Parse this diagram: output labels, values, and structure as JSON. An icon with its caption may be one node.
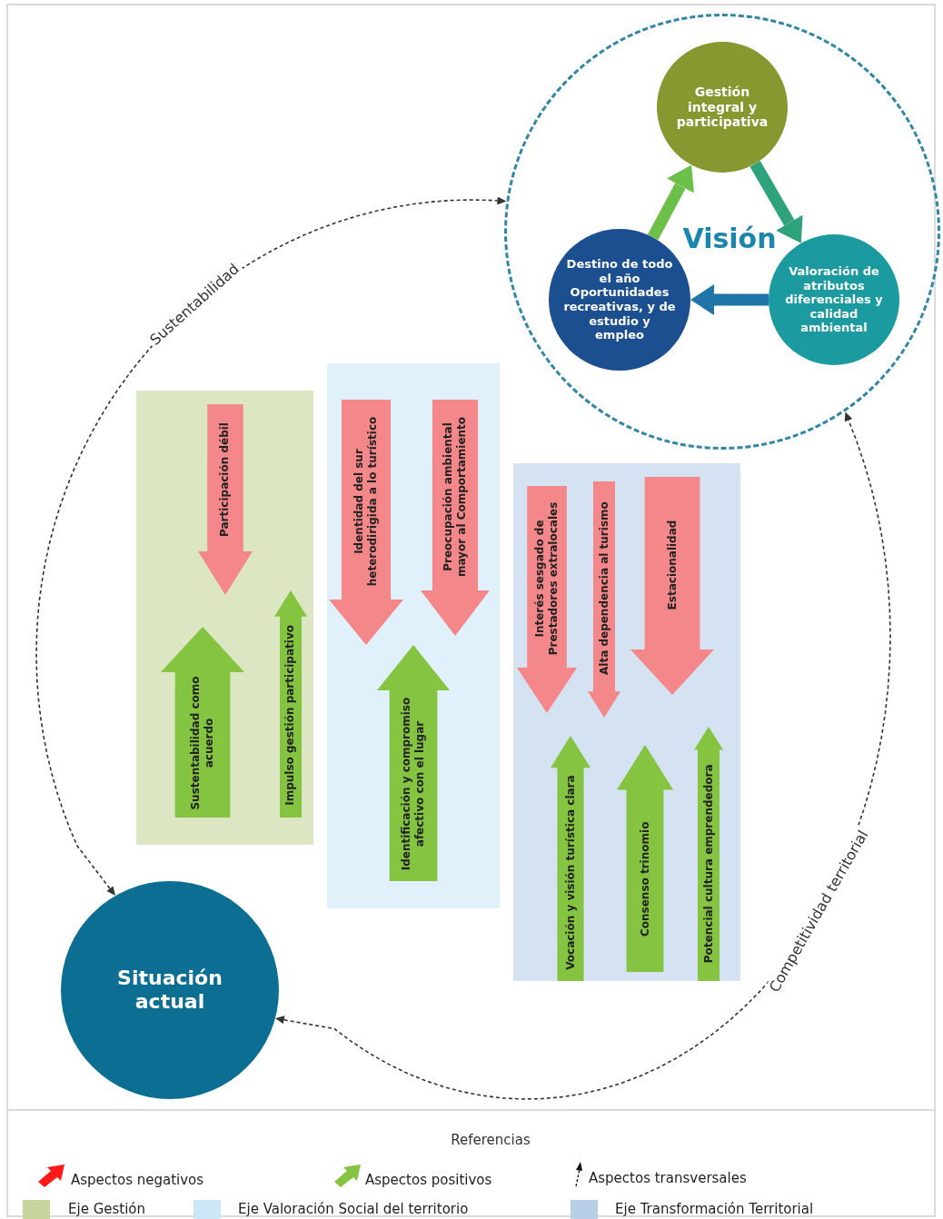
{
  "diagram": {
    "nodes": [
      {
        "text": [
          "Visión"
        ]
      },
      {
        "text": [
          "Gestión integral y participativa"
        ],
        "in": 0
      },
      {
        "text": [
          "Valoración de atributos diferenciales y calidad ambiental"
        ],
        "in": 0
      },
      {
        "text": [
          "Destino de todo el año Oportunidades recreativas, y de estudio y empleo"
        ],
        "in": 0
      },
      {
        "text": [],
        "shape": "band"
      },
      {
        "text": [
          "Sustentabilidad como acuerdo"
        ],
        "in": 4
      },
      {
        "text": [
          "Participación débil"
        ],
        "in": 4
      },
      {
        "text": [
          "Impulso gestión participativo"
        ],
        "in": 4
      },
      {
        "text": [],
        "shape": "band"
      },
      {
        "text": [
          "Identidad del sur heterodirigida a lo turístico"
        ],
        "in": 8
      },
      {
        "text": [
          "Preocupación ambiental mayor al Comportamiento"
        ],
        "in": 8
      },
      {
        "text": [
          "Identificación y compromiso afectivo con el lugar"
        ],
        "in": 8
      },
      {
        "text": [],
        "shape": "band"
      },
      {
        "text": [
          "Interés sesgado de Prestadores extralocales"
        ],
        "in": 12
      },
      {
        "text": [
          "Alta dependencia al turismo"
        ],
        "in": 12
      },
      {
        "text": [
          "Estacionalidad"
        ],
        "in": 12
      },
      {
        "text": [
          "Vocación y visión turística clara"
        ],
        "in": 12
      },
      {
        "text": [
          "Consenso trinomio"
        ],
        "in": 12
      },
      {
        "text": [
          "Potencial cultura emprendedora"
        ],
        "in": 12
      },
      {
        "text": [
          "Situación actual"
        ]
      }
    ],
    "edges": [
      {
        "from": 19,
        "to": 0,
        "arrow": "both",
        "style": "dashed",
        "label": "Sustentabilidad"
      },
      {
        "from": 19,
        "to": 0,
        "arrow": "both",
        "style": "dashed",
        "label": "Competitividad territorial"
      },
      {
        "from": 1,
        "to": 2,
        "arrow": "to",
        "color": "#2ea27a"
      },
      {
        "from": 2,
        "to": 3,
        "arrow": "to",
        "color": "#1f74a8"
      },
      {
        "from": 3,
        "to": 1,
        "arrow": "to",
        "color": "#6cc04a"
      }
    ],
    "labels": [
      "Referencias"
    ],
    "legend": [
      {
        "text": "Aspectos negativos"
      },
      {
        "text": "Aspectos positivos"
      },
      {
        "text": "Aspectos transversales"
      },
      {
        "text": "Eje Gestión",
        "color": "#c6d59b"
      },
      {
        "text": "Eje Valoración Social del territorio",
        "color": "#cce8f8"
      },
      {
        "text": "Eje Transformación Territorial",
        "color": "#b9cfe8"
      }
    ]
  }
}
